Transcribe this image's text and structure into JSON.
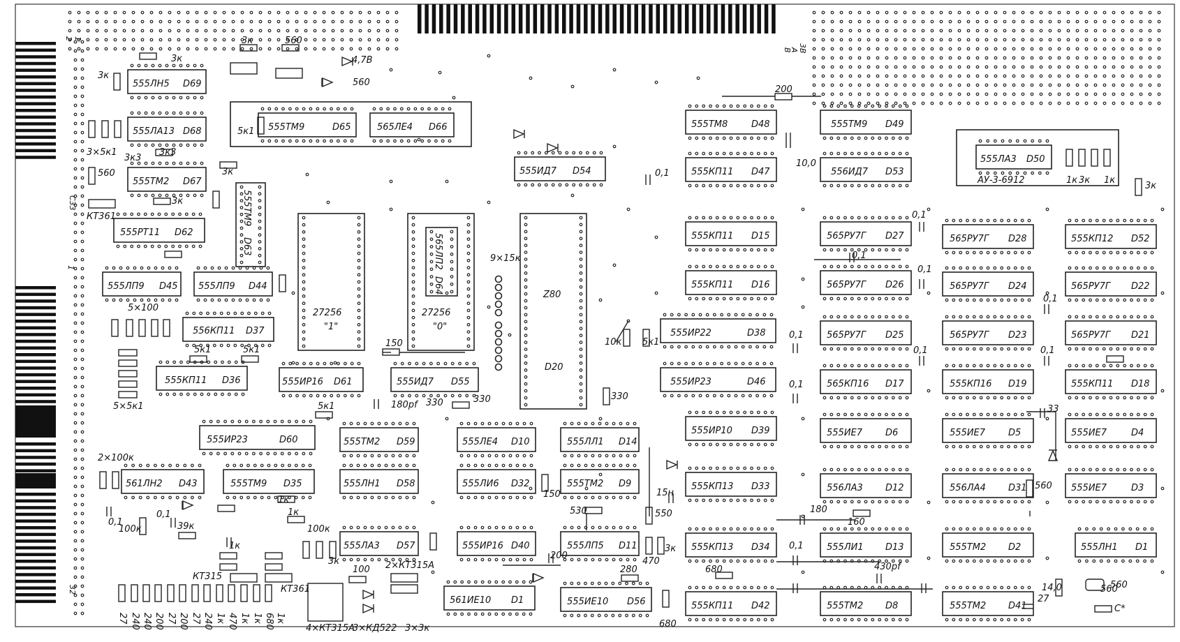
{
  "title": "",
  "chips": [
    {
      "id": "c1",
      "part": "555ЛН5",
      "ref": "D69"
    },
    {
      "id": "c2",
      "part": "555ЛА13",
      "ref": "D68"
    },
    {
      "id": "c3",
      "part": "555ТМ2",
      "ref": "D67"
    },
    {
      "id": "c4",
      "part": "555РТ11",
      "ref": "D62"
    },
    {
      "id": "c5",
      "part": "555ЛП9",
      "ref": "D45"
    },
    {
      "id": "c6",
      "part": "555ЛП9",
      "ref": "D44"
    },
    {
      "id": "c7",
      "part": "556КП11",
      "ref": "D37"
    },
    {
      "id": "c8",
      "part": "555КП11",
      "ref": "D36"
    },
    {
      "id": "c9",
      "part": "555ТМ9",
      "ref": "D65"
    },
    {
      "id": "c10",
      "part": "565ЛЕ4",
      "ref": "D66"
    },
    {
      "id": "c11",
      "part": "555ТМ9",
      "ref": "D63"
    },
    {
      "id": "c12",
      "part": "27256",
      "ref": "\"1\""
    },
    {
      "id": "c13",
      "part": "27256",
      "ref": "\"0\""
    },
    {
      "id": "c14",
      "part": "565ЛП2",
      "ref": "D64"
    },
    {
      "id": "c15",
      "part": "Z80",
      "ref": "D20"
    },
    {
      "id": "c16",
      "part": "555ИД7",
      "ref": "D54"
    },
    {
      "id": "c17",
      "part": "555ИР16",
      "ref": "D61"
    },
    {
      "id": "c18",
      "part": "555ИД7",
      "ref": "D55"
    },
    {
      "id": "c19",
      "part": "555ИР23",
      "ref": "D60"
    },
    {
      "id": "c20",
      "part": "555ТМ2",
      "ref": "D59"
    },
    {
      "id": "c21",
      "part": "555ЛЕ4",
      "ref": "D10"
    },
    {
      "id": "c22",
      "part": "555ЛЛ1",
      "ref": "D14"
    },
    {
      "id": "c23",
      "part": "561ЛН2",
      "ref": "D43"
    },
    {
      "id": "c24",
      "part": "555ТМ9",
      "ref": "D35"
    },
    {
      "id": "c25",
      "part": "555ЛН1",
      "ref": "D58"
    },
    {
      "id": "c26",
      "part": "555ЛИ6",
      "ref": "D32"
    },
    {
      "id": "c27",
      "part": "555ТМ2",
      "ref": "D9"
    },
    {
      "id": "c28",
      "part": "555ЛА3",
      "ref": "D57"
    },
    {
      "id": "c29",
      "part": "555ИР16",
      "ref": "D40"
    },
    {
      "id": "c30",
      "part": "555ЛП5",
      "ref": "D11"
    },
    {
      "id": "c31",
      "part": "561ИЕ10",
      "ref": "D1"
    },
    {
      "id": "c32",
      "part": "555ИЕ10",
      "ref": "D56"
    },
    {
      "id": "c33",
      "part": "555ТМ8",
      "ref": "D48"
    },
    {
      "id": "c34",
      "part": "555КП11",
      "ref": "D47"
    },
    {
      "id": "c35",
      "part": "555ТМ9",
      "ref": "D49"
    },
    {
      "id": "c36",
      "part": "556ИД7",
      "ref": "D53"
    },
    {
      "id": "c37",
      "part": "555ЛА3",
      "ref": "D50"
    },
    {
      "id": "c38",
      "part": "555КП11",
      "ref": "D15"
    },
    {
      "id": "c39",
      "part": "555КП11",
      "ref": "D16"
    },
    {
      "id": "c40",
      "part": "565РУ7Г",
      "ref": "D27"
    },
    {
      "id": "c41",
      "part": "565РУ7Г",
      "ref": "D28"
    },
    {
      "id": "c42",
      "part": "555КП12",
      "ref": "D52"
    },
    {
      "id": "c43",
      "part": "565РУ7Г",
      "ref": "D26"
    },
    {
      "id": "c44",
      "part": "565РУ7Г",
      "ref": "D24"
    },
    {
      "id": "c45",
      "part": "565РУ7Г",
      "ref": "D22"
    },
    {
      "id": "c46",
      "part": "555ИР22",
      "ref": "D38"
    },
    {
      "id": "c47",
      "part": "565РУ7Г",
      "ref": "D25"
    },
    {
      "id": "c48",
      "part": "565РУ7Г",
      "ref": "D23"
    },
    {
      "id": "c49",
      "part": "565РУ7Г",
      "ref": "D21"
    },
    {
      "id": "c50",
      "part": "555ИР23",
      "ref": "D46"
    },
    {
      "id": "c51",
      "part": "565КП16",
      "ref": "D17"
    },
    {
      "id": "c52",
      "part": "555КП16",
      "ref": "D19"
    },
    {
      "id": "c53",
      "part": "555КП11",
      "ref": "D18"
    },
    {
      "id": "c54",
      "part": "555ИР10",
      "ref": "D39"
    },
    {
      "id": "c55",
      "part": "555ИЕ7",
      "ref": "D6"
    },
    {
      "id": "c56",
      "part": "555ИЕ7",
      "ref": "D5"
    },
    {
      "id": "c57",
      "part": "555ИЕ7",
      "ref": "D4"
    },
    {
      "id": "c58",
      "part": "555КП13",
      "ref": "D33"
    },
    {
      "id": "c59",
      "part": "556ЛА3",
      "ref": "D12"
    },
    {
      "id": "c60",
      "part": "556ЛА4",
      "ref": "D31"
    },
    {
      "id": "c61",
      "part": "555ИЕ7",
      "ref": "D3"
    },
    {
      "id": "c62",
      "part": "555КП13",
      "ref": "D34"
    },
    {
      "id": "c63",
      "part": "555ЛИ1",
      "ref": "D13"
    },
    {
      "id": "c64",
      "part": "555ТМ2",
      "ref": "D2"
    },
    {
      "id": "c65",
      "part": "555ЛН1",
      "ref": "D1"
    },
    {
      "id": "c66",
      "part": "555КП11",
      "ref": "D42"
    },
    {
      "id": "c67",
      "part": "555ТМ2",
      "ref": "D8"
    },
    {
      "id": "c68",
      "part": "555ТМ2",
      "ref": "D41"
    }
  ],
  "labels": [
    {
      "id": "l1",
      "text": "3к"
    },
    {
      "id": "l2",
      "text": "3к"
    },
    {
      "id": "l3",
      "text": "3к"
    },
    {
      "id": "l4",
      "text": "3к"
    },
    {
      "id": "l5",
      "text": "560"
    },
    {
      "id": "l6",
      "text": "560"
    },
    {
      "id": "l7",
      "text": "560"
    },
    {
      "id": "l8",
      "text": "560"
    },
    {
      "id": "l9",
      "text": "4,7В"
    },
    {
      "id": "l10",
      "text": "3к"
    },
    {
      "id": "l11",
      "text": "5к1"
    },
    {
      "id": "l12",
      "text": "3×5к1"
    },
    {
      "id": "l13",
      "text": "3к3"
    },
    {
      "id": "l14",
      "text": "3к3"
    },
    {
      "id": "l15",
      "text": "КТ361"
    },
    {
      "id": "l16",
      "text": "5×100"
    },
    {
      "id": "l17",
      "text": "5×5к1"
    },
    {
      "id": "l18",
      "text": "5к1"
    },
    {
      "id": "l19",
      "text": "5к1"
    },
    {
      "id": "l20",
      "text": "5к1"
    },
    {
      "id": "l21",
      "text": "150"
    },
    {
      "id": "l22",
      "text": "9×15к"
    },
    {
      "id": "l23",
      "text": "180pf"
    },
    {
      "id": "l24",
      "text": "330"
    },
    {
      "id": "l25",
      "text": "330"
    },
    {
      "id": "l26",
      "text": "330"
    },
    {
      "id": "l27",
      "text": "0,1"
    },
    {
      "id": "l28",
      "text": "200"
    },
    {
      "id": "l29",
      "text": "10,0"
    },
    {
      "id": "l30",
      "text": "АУ-3-6912"
    },
    {
      "id": "l31",
      "text": "1к"
    },
    {
      "id": "l32",
      "text": "3к"
    },
    {
      "id": "l33",
      "text": "3к"
    },
    {
      "id": "l34",
      "text": "1к"
    },
    {
      "id": "l35",
      "text": "10к"
    },
    {
      "id": "l36",
      "text": "5к1"
    },
    {
      "id": "l37",
      "text": "2×100к"
    },
    {
      "id": "l38",
      "text": "0,1"
    },
    {
      "id": "l39",
      "text": "0,1"
    },
    {
      "id": "l40",
      "text": "100к"
    },
    {
      "id": "l41",
      "text": "39к"
    },
    {
      "id": "l42",
      "text": "1к"
    },
    {
      "id": "l43",
      "text": "1к"
    },
    {
      "id": "l44",
      "text": "1к"
    },
    {
      "id": "l45",
      "text": "100к"
    },
    {
      "id": "l46",
      "text": "3к"
    },
    {
      "id": "l47",
      "text": "КТ315"
    },
    {
      "id": "l48",
      "text": "КТ361"
    },
    {
      "id": "l49",
      "text": "100"
    },
    {
      "id": "l50",
      "text": "2×КТ315А"
    },
    {
      "id": "l51",
      "text": "4×КТ315А"
    },
    {
      "id": "l52",
      "text": "3×КД522"
    },
    {
      "id": "l53",
      "text": "3×3к"
    },
    {
      "id": "l54",
      "text": "150"
    },
    {
      "id": "l55",
      "text": "530"
    },
    {
      "id": "l56",
      "text": "550"
    },
    {
      "id": "l57",
      "text": "15н"
    },
    {
      "id": "l58",
      "text": "3к"
    },
    {
      "id": "l59",
      "text": "470"
    },
    {
      "id": "l60",
      "text": "680"
    },
    {
      "id": "l61",
      "text": "680"
    },
    {
      "id": "l62",
      "text": "280"
    },
    {
      "id": "l63",
      "text": "200"
    },
    {
      "id": "l64",
      "text": "180"
    },
    {
      "id": "l65",
      "text": "160"
    },
    {
      "id": "l66",
      "text": "0,1"
    },
    {
      "id": "l67",
      "text": "0,1"
    },
    {
      "id": "l68",
      "text": "0,1"
    },
    {
      "id": "l69",
      "text": "0,1"
    },
    {
      "id": "l70",
      "text": "0,1"
    },
    {
      "id": "l71",
      "text": "0,1"
    },
    {
      "id": "l72",
      "text": "0,1"
    },
    {
      "id": "l73",
      "text": "0,1"
    },
    {
      "id": "l74",
      "text": "0,1"
    },
    {
      "id": "l75",
      "text": "430pf"
    },
    {
      "id": "l76",
      "text": "33"
    },
    {
      "id": "l77",
      "text": "560"
    },
    {
      "id": "l78",
      "text": "14,0"
    },
    {
      "id": "l79",
      "text": "560"
    },
    {
      "id": "l80",
      "text": "С*"
    },
    {
      "id": "l81",
      "text": "27"
    },
    {
      "id": "l82",
      "text": "240"
    },
    {
      "id": "l83",
      "text": "240"
    },
    {
      "id": "l84",
      "text": "200"
    },
    {
      "id": "l85",
      "text": "27"
    },
    {
      "id": "l86",
      "text": "200"
    },
    {
      "id": "l87",
      "text": "27"
    },
    {
      "id": "l88",
      "text": "240"
    },
    {
      "id": "l89",
      "text": "1к"
    },
    {
      "id": "l90",
      "text": "470"
    },
    {
      "id": "l91",
      "text": "1к"
    },
    {
      "id": "l92",
      "text": "1к"
    },
    {
      "id": "l93",
      "text": "680"
    },
    {
      "id": "l94",
      "text": "1к"
    }
  ],
  "edge_labels": [
    {
      "id": "e1",
      "text": "2"
    },
    {
      "id": "e2",
      "text": "1"
    },
    {
      "id": "e3",
      "text": "С33"
    },
    {
      "id": "e4",
      "text": "1"
    },
    {
      "id": "e5",
      "text": "32"
    },
    {
      "id": "e6",
      "text": "3В"
    },
    {
      "id": "e7",
      "text": "А"
    },
    {
      "id": "e8",
      "text": "В"
    }
  ]
}
